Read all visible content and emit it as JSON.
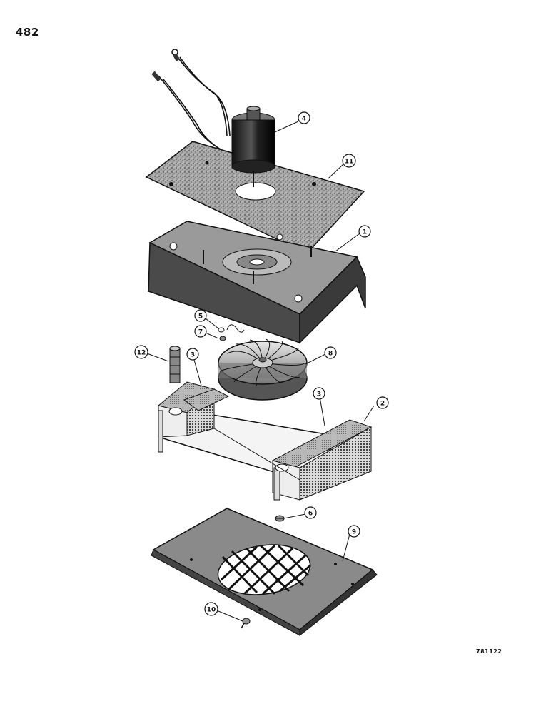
{
  "page_number": "482",
  "drawing_code": "781122",
  "callouts": [
    {
      "id": "1",
      "label": "1"
    },
    {
      "id": "2",
      "label": "2"
    },
    {
      "id": "3a",
      "label": "3"
    },
    {
      "id": "3b",
      "label": "3"
    },
    {
      "id": "4",
      "label": "4"
    },
    {
      "id": "5",
      "label": "5"
    },
    {
      "id": "6",
      "label": "6"
    },
    {
      "id": "7",
      "label": "7"
    },
    {
      "id": "8",
      "label": "8"
    },
    {
      "id": "9",
      "label": "9"
    },
    {
      "id": "10",
      "label": "10"
    },
    {
      "id": "11",
      "label": "11"
    },
    {
      "id": "12",
      "label": "12"
    }
  ],
  "colors": {
    "ink": "#111111",
    "housing": "#4a4a4a",
    "plate": "#8a8a8a",
    "mesh": "#555555",
    "paper": "#ffffff"
  }
}
